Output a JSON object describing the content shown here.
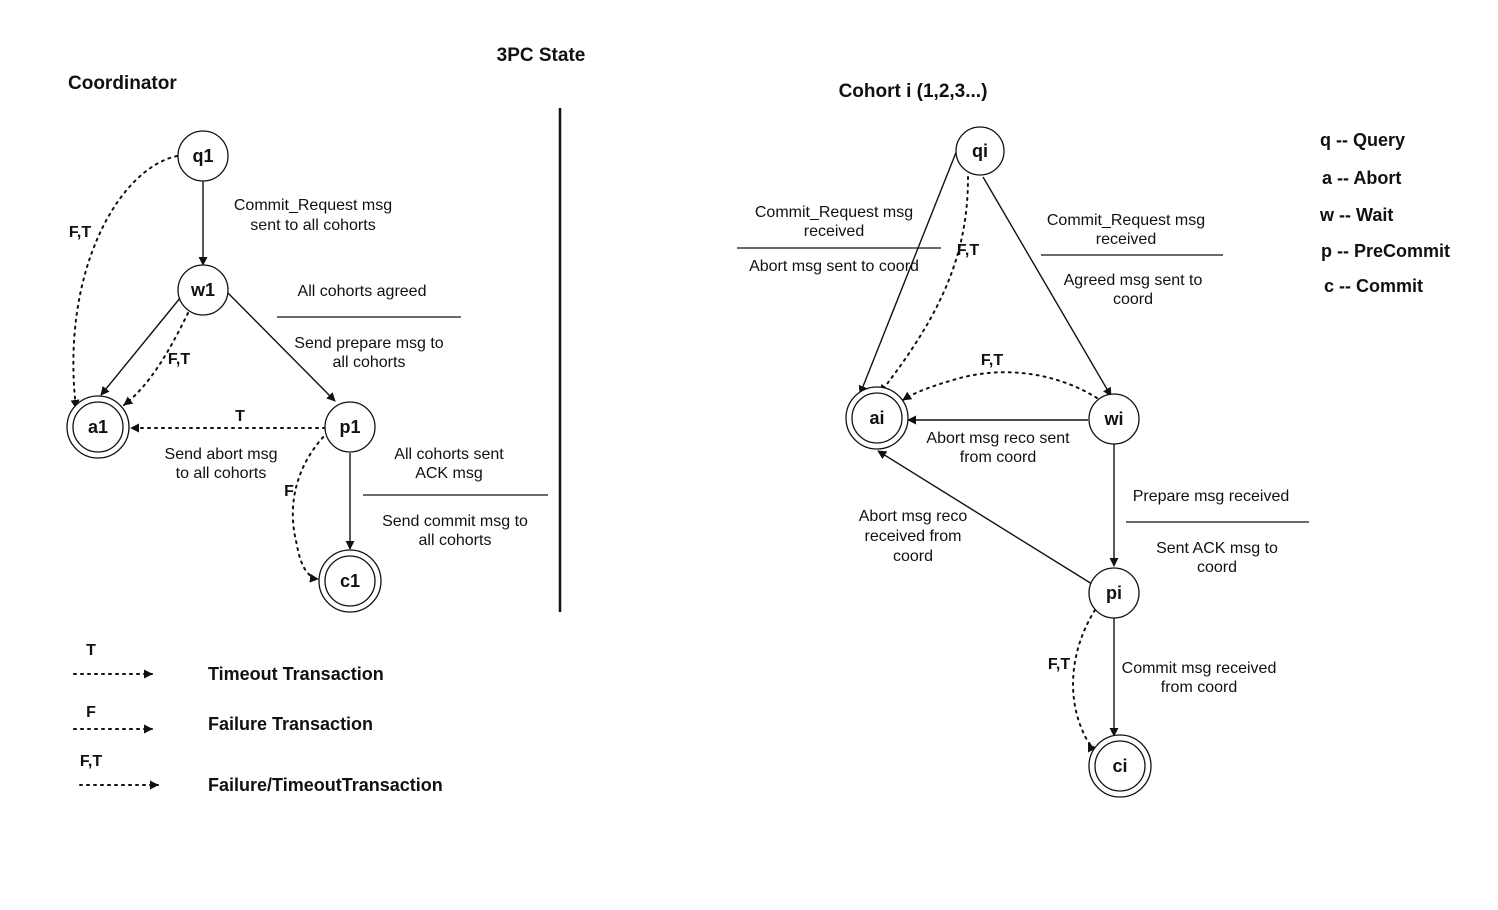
{
  "title": "3PC State",
  "coordinator": {
    "heading": "Coordinator",
    "states": {
      "q1": "q1",
      "w1": "w1",
      "a1": "a1",
      "p1": "p1",
      "c1": "c1"
    },
    "labels": {
      "q1_w1": [
        "Commit_Request msg",
        "sent to all cohorts"
      ],
      "w1_p1_cond": "All cohorts agreed",
      "w1_p1_act": [
        "Send prepare msg to",
        "all cohorts"
      ],
      "p1_a1_act": [
        "Send abort msg",
        "to all cohorts"
      ],
      "p1_c1_cond": [
        "All cohorts sent",
        "ACK msg"
      ],
      "p1_c1_act": [
        "Send commit msg to",
        "all cohorts"
      ],
      "ft_q1_a1": "F,T",
      "ft_w1_a1": "F,T",
      "t_p1_a1": "T",
      "f_p1_c1": "F"
    }
  },
  "cohort": {
    "heading": "Cohort i (1,2,3...)",
    "states": {
      "qi": "qi",
      "ai": "ai",
      "wi": "wi",
      "pi": "pi",
      "ci": "ci"
    },
    "labels": {
      "qi_ai_cond": [
        "Commit_Request msg",
        "received"
      ],
      "qi_ai_act": "Abort msg sent to coord",
      "qi_wi_cond": [
        "Commit_Request msg",
        "received"
      ],
      "qi_wi_act": [
        "Agreed msg sent to",
        "coord"
      ],
      "wi_ai": [
        "Abort msg reco sent",
        "from coord"
      ],
      "pi_ai": [
        "Abort msg reco",
        "received from",
        "coord"
      ],
      "wi_pi_cond": "Prepare msg received",
      "wi_pi_act": [
        "Sent ACK msg to",
        "coord"
      ],
      "pi_ci": [
        "Commit msg received",
        "from coord"
      ],
      "ft_qi_ai": "F,T",
      "ft_wi_ai": "F,T",
      "ft_pi_ci": "F,T"
    }
  },
  "key": [
    "q -- Query",
    "a -- Abort",
    "w -- Wait",
    "p -- PreCommit",
    "c -- Commit"
  ],
  "legend": [
    {
      "symbol": "T",
      "text": "Timeout Transaction"
    },
    {
      "symbol": "F",
      "text": "Failure Transaction"
    },
    {
      "symbol": "F,T",
      "text": "Failure/TimeoutTransaction"
    }
  ]
}
